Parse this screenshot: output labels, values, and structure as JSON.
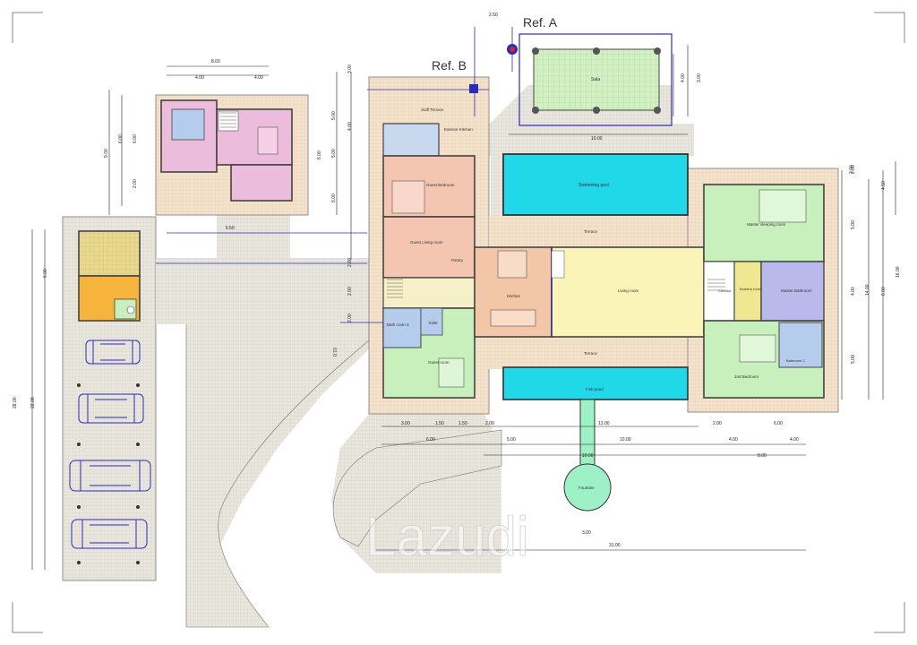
{
  "refs": {
    "ref_a": "Ref. A",
    "ref_b": "Ref. B"
  },
  "rooms": {
    "sala": "Sala",
    "staff_terrace": "Staff Terrace",
    "service_kitchen": "Exterior Kitchen",
    "guest_bedroom_1": "Guest Bedroom",
    "guest_living": "Guest Living room",
    "pantry": "Pantry",
    "bathroom_3": "Bath room 3",
    "toilet": "Toilet",
    "guest_bedroom_2": "Guest room",
    "swimming_pool": "Swimming pool",
    "terrace_top": "Terrace",
    "terrace_bottom": "Terrace",
    "kitchen": "Kitchen",
    "living_room": "Living room",
    "master_bedroom": "Master sleeping room",
    "corridor": "Corridor",
    "buddha_room": "Buddha room",
    "master_bathroom": "Master Bathroom",
    "second_bedroom": "2nd Bedroom",
    "bathroom_2": "Bathroom 2",
    "fish_pond": "Fish pond",
    "fountain": "Fountain"
  },
  "dimensions": {
    "d_250": "2.50",
    "d_800": "8.00",
    "d_400a": "4.00",
    "d_400b": "4.00",
    "d_300": "3.00",
    "d_400c": "4.00",
    "d_500": "5.00",
    "d_600": "6.00",
    "d_1000a": "10.00",
    "d_600b": "6.00",
    "d_500b": "5.00",
    "d_600c": "6.00",
    "d_900": "9.00",
    "d_200": "2.00",
    "d_400d": "4.00",
    "d_200b": "2.00",
    "d_650": "6.50",
    "d_600d": "6.00",
    "d_2800": "28.00",
    "d_2200": "22.00",
    "d_300b": "3.00",
    "d_600e": "6.00",
    "d_200c": "2.00",
    "d_200d": "2.00",
    "d_200e": "2.00",
    "d_700": "0.70",
    "d_200f": "2.00",
    "d_450": "4.50",
    "d_500c": "5.00",
    "d_400e": "4.00",
    "d_500d": "5.00",
    "d_1400": "14.00",
    "d_600f": "6.00",
    "d_1600": "16.00",
    "d_300c": "3.00",
    "d_150a": "1.50",
    "d_150b": "1.50",
    "d_200g": "2.00",
    "d_1300": "13.00",
    "d_200h": "2.00",
    "d_600g": "6.00",
    "d_600h": "6.00",
    "d_500e": "5.00",
    "d_1000b": "10.00",
    "d_400f": "4.00",
    "d_400g": "4.00",
    "d_1000c": "10.00",
    "d_800b": "8.00",
    "d_300d": "3.00",
    "d_3100": "31.00"
  },
  "watermark": "Lazudi",
  "colors": {
    "paving": "#eae8e0",
    "terrace": "#f4e0c8",
    "pool": "#20d8e8",
    "guest": "#f4c6b2",
    "pink": "#f2b8d8",
    "living": "#fbf4b8",
    "kitchen": "#f3c6a8",
    "green": "#c8f0bc",
    "purple": "#b9b9ec",
    "yellow": "#f0e890",
    "orange": "#f6b43c",
    "blue_room": "#b6ccec",
    "gold": "#e8d890"
  }
}
